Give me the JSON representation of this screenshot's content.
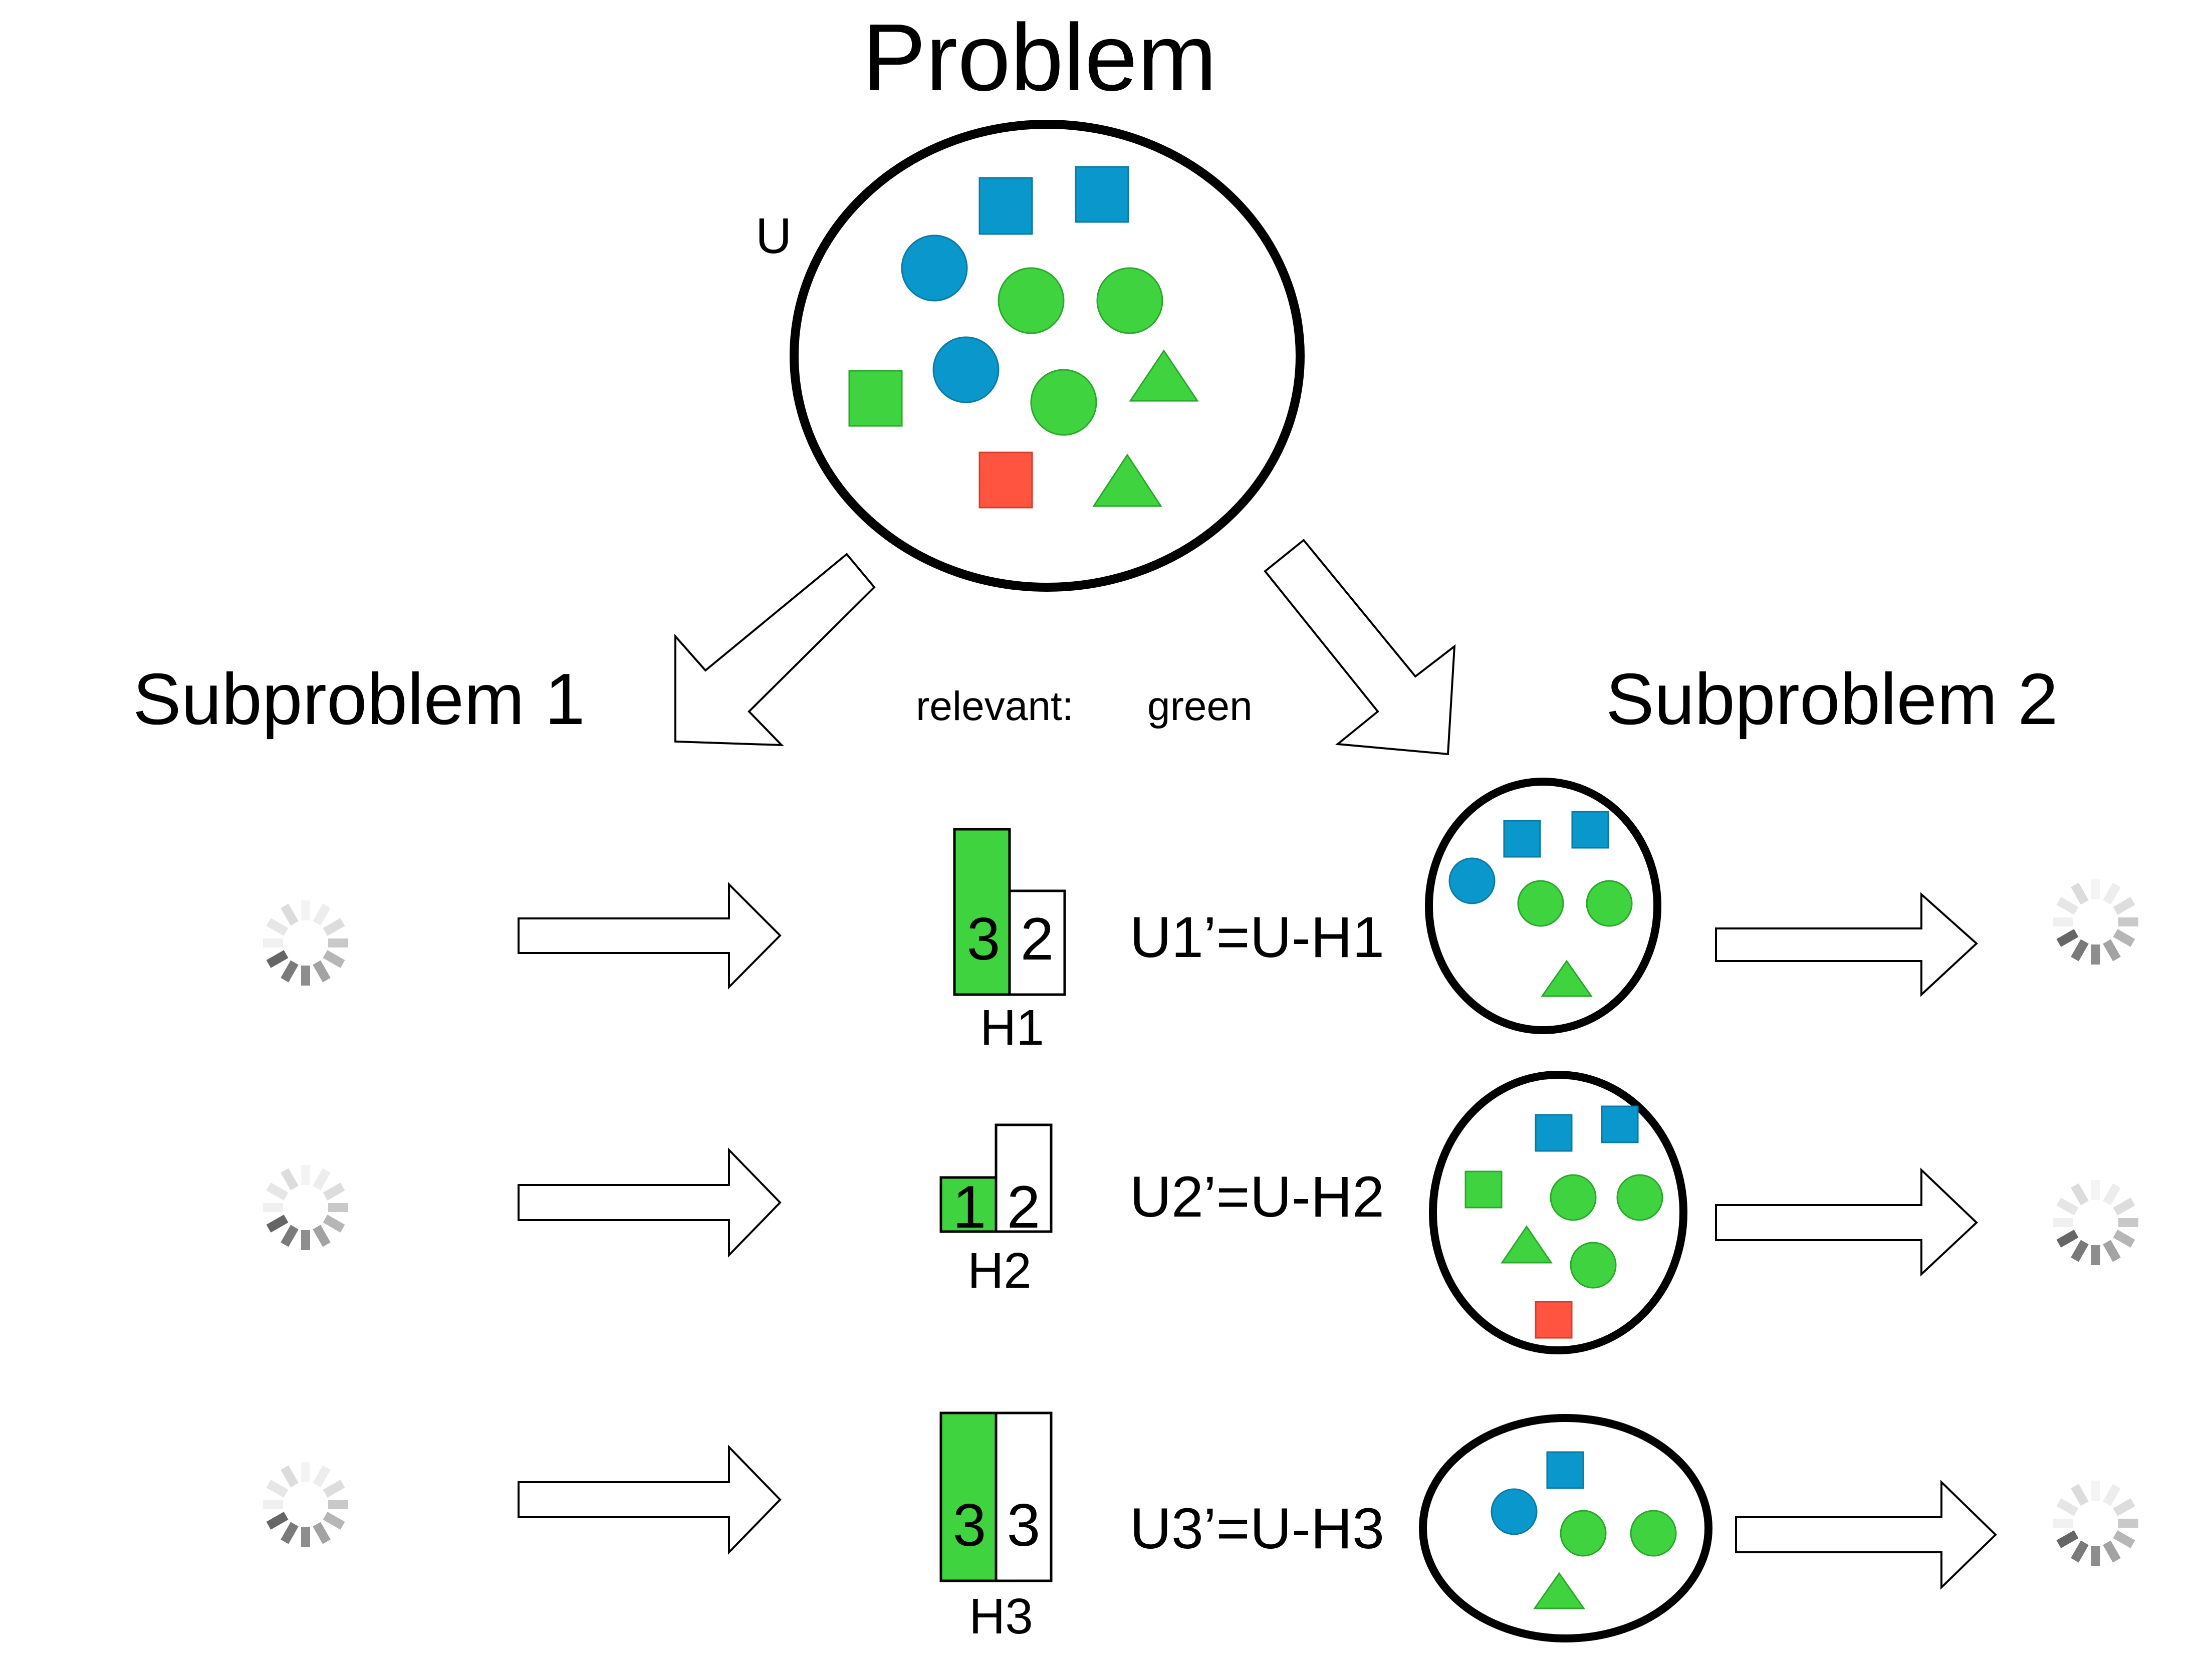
{
  "title": "Problem",
  "universe_label": "U",
  "subproblem1": "Subproblem 1",
  "subproblem2": "Subproblem 2",
  "relevant": {
    "label": "relevant:",
    "value": "green"
  },
  "rows": [
    {
      "hypothesis": "H1",
      "green_count": "3",
      "other_count": "2",
      "equation": "U1’=U-H1"
    },
    {
      "hypothesis": "H2",
      "green_count": "1",
      "other_count": "2",
      "equation": "U2’=U-H2"
    },
    {
      "hypothesis": "H3",
      "green_count": "3",
      "other_count": "3",
      "equation": "U3’=U-H3"
    }
  ],
  "colors": {
    "blue": "#0a98cc",
    "green": "#3fd43f",
    "red": "#ff5540",
    "outline": "#000000"
  },
  "icons": {
    "spinner": "loading-spinner-icon",
    "arrow": "outline-arrow-icon"
  }
}
